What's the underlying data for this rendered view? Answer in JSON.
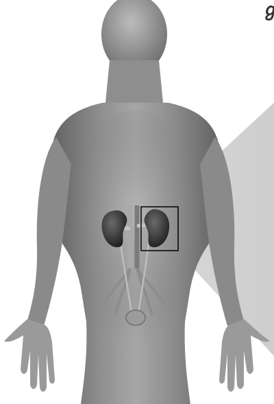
{
  "image": {
    "subject": "human-body-silhouette-with-urinary-system",
    "corner_glyph": "ℊ",
    "highlight": "left-kidney-zoom-box",
    "colors": {
      "background": "#ffffff",
      "body_light": "#b3b3b3",
      "body_dark": "#6e6e6e",
      "kidney": "#2b2b2b",
      "vessel": "#8a8a8a",
      "zoom_beam": "#cfcfcf",
      "box_stroke": "#000000"
    }
  }
}
